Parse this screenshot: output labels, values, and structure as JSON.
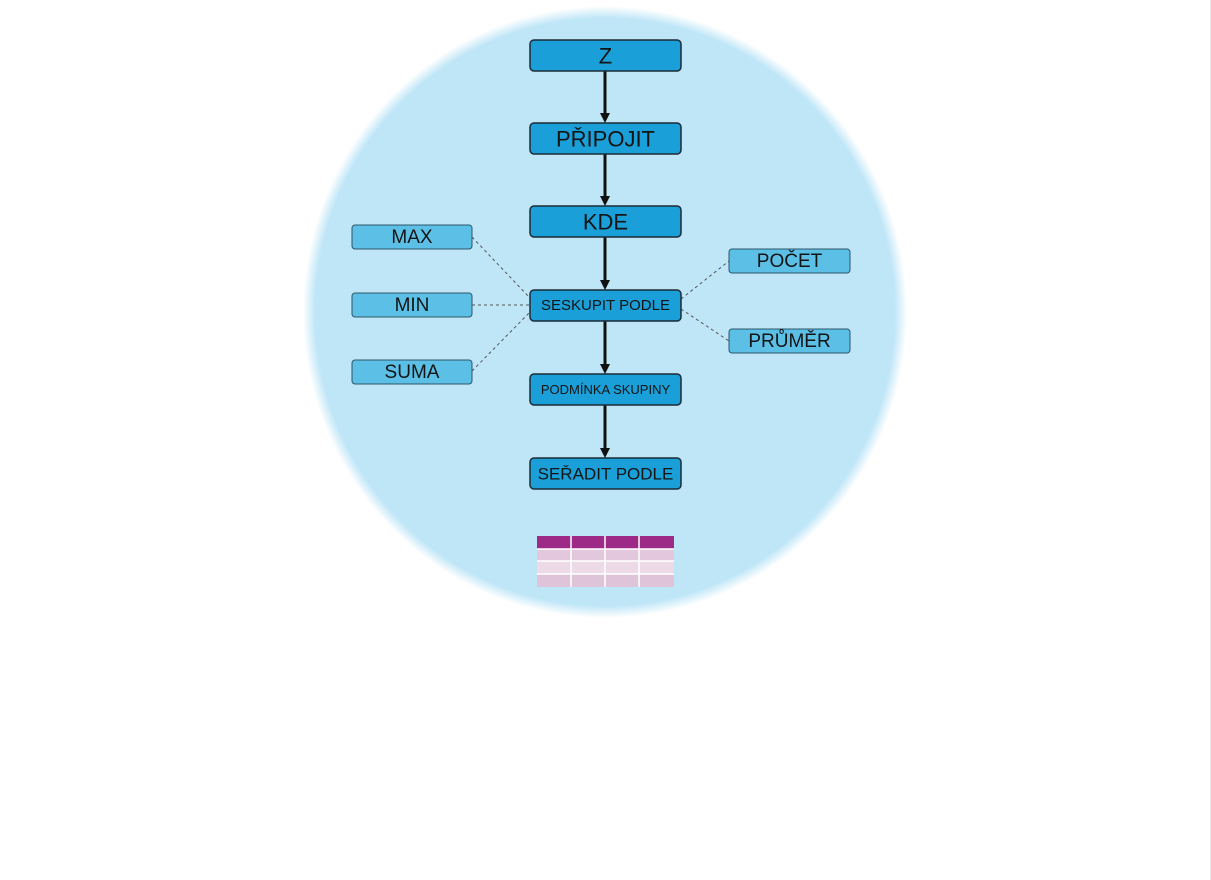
{
  "colors": {
    "page_background": "#ffffff",
    "circle_fill": "#bfe6f7",
    "main_node_fill": "#1a9fd8",
    "side_node_fill": "#5bbfe6",
    "node_border": "#1d2b36",
    "arrow": "#111111",
    "connector": "#555555",
    "table_header": "#9c2a86",
    "table_row_a": "#e3c7dc",
    "table_row_b": "#ecdbe7"
  },
  "pipeline": {
    "steps": [
      {
        "id": "from",
        "label": "Z"
      },
      {
        "id": "join",
        "label": "PŘIPOJIT"
      },
      {
        "id": "where",
        "label": "KDE"
      },
      {
        "id": "group-by",
        "label": "SESKUPIT PODLE"
      },
      {
        "id": "having",
        "label": "PODMÍNKA SKUPINY"
      },
      {
        "id": "order-by",
        "label": "SEŘADIT PODLE"
      }
    ]
  },
  "aggregates": {
    "left": [
      {
        "id": "max",
        "label": "MAX"
      },
      {
        "id": "min",
        "label": "MIN"
      },
      {
        "id": "sum",
        "label": "SUMA"
      }
    ],
    "right": [
      {
        "id": "count",
        "label": "POČET"
      },
      {
        "id": "avg",
        "label": "PRŮMĚR"
      }
    ]
  },
  "result_table": {
    "columns": 4,
    "body_rows": 3,
    "icon": "result-table-icon"
  }
}
